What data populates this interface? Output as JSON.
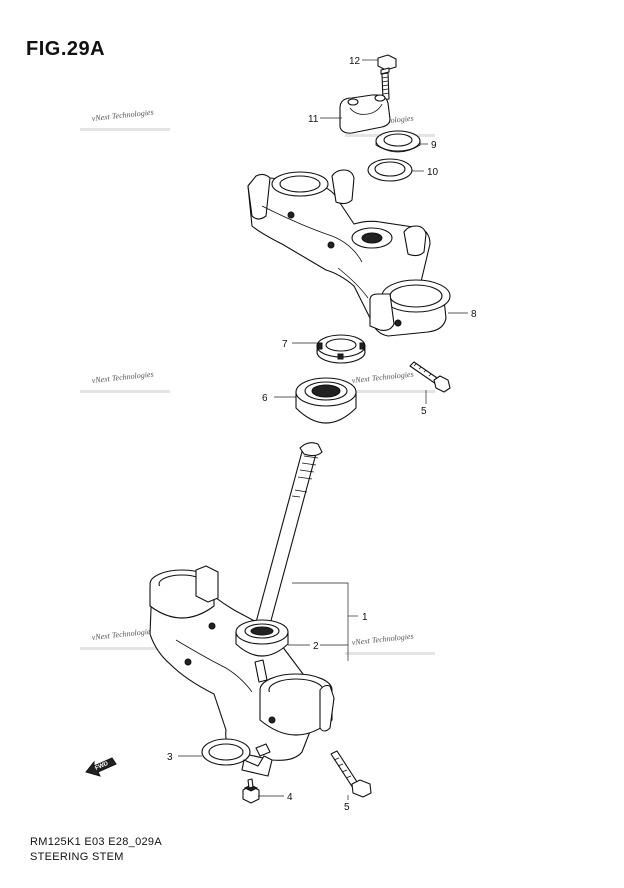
{
  "figure": {
    "title": "FIG.29A",
    "footer_code": "RM125K1 E03 E28_029A",
    "footer_name": "STEERING STEM"
  },
  "watermark": "vNext Technologies",
  "fwd_label": "FWD",
  "callouts": [
    {
      "id": "c1",
      "label": "1"
    },
    {
      "id": "c2",
      "label": "2"
    },
    {
      "id": "c3",
      "label": "3"
    },
    {
      "id": "c4",
      "label": "4"
    },
    {
      "id": "c5a",
      "label": "5"
    },
    {
      "id": "c5b",
      "label": "5"
    },
    {
      "id": "c6",
      "label": "6"
    },
    {
      "id": "c7",
      "label": "7"
    },
    {
      "id": "c8",
      "label": "8"
    },
    {
      "id": "c9",
      "label": "9"
    },
    {
      "id": "c10",
      "label": "10"
    },
    {
      "id": "c11",
      "label": "11"
    },
    {
      "id": "c12",
      "label": "12"
    }
  ]
}
